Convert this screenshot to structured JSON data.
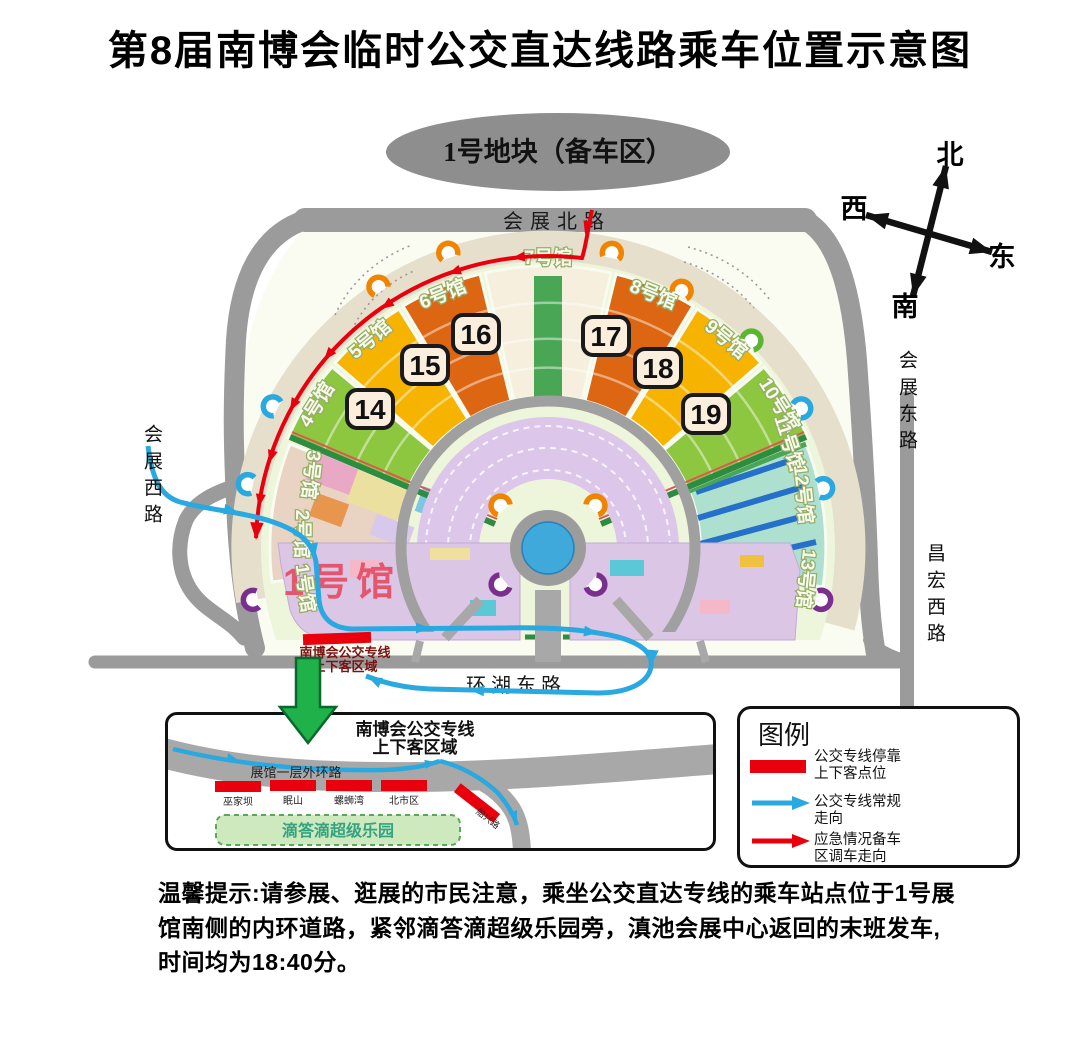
{
  "title": "第8届南博会临时公交直达线路乘车位置示意图",
  "staging_area": {
    "label": "1号地块（备车区）"
  },
  "compass": {
    "north": "北",
    "west": "西",
    "east": "东",
    "south": "南"
  },
  "roads": {
    "north": "会展北路",
    "west": "会展西路",
    "east": "会展东路",
    "lake": "环湖东路",
    "changhong": "昌宏西路"
  },
  "halls": {
    "badges": [
      "14",
      "15",
      "16",
      "17",
      "18",
      "19"
    ],
    "arc_labels": [
      "1号馆",
      "2号馆",
      "3号馆",
      "4号馆",
      "5号馆",
      "6号馆",
      "7号馆",
      "8号馆",
      "9号馆",
      "10号馆",
      "11号馆",
      "12号馆",
      "13号馆"
    ],
    "hall1_big": "1号馆"
  },
  "boarding_point": {
    "line1": "南博会公交专线",
    "line2": "上下客区域"
  },
  "inset": {
    "title_line1": "南博会公交专线",
    "title_line2": "上下客区域",
    "road_label": "展馆一层外环路",
    "stops": [
      "巫家坝",
      "眠山",
      "螺蛳湾",
      "北市区",
      "船兴路"
    ],
    "park": "滴答滴超级乐园"
  },
  "legend": {
    "title": "图例",
    "items": [
      {
        "line1": "公交专线停靠",
        "line2": "上下客点位"
      },
      {
        "line1": "公交专线常规",
        "line2": "走向"
      },
      {
        "line1": "应急情况备车",
        "line2": "区调车走向"
      }
    ]
  },
  "note": "温馨提示:请参展、逛展的市民注意，乘坐公交直达专线的乘车站点位于1号展馆南侧的内环道路，紧邻滴答滴超级乐园旁，滇池会展中心返回的末班发车,时间均为18:40分。",
  "colors": {
    "bus_stop_red": "#e8000d",
    "route_blue": "#2aa8e0",
    "emergency_red": "#e8000d",
    "highlight_green": "#1fb14a",
    "hall1_text_red": "#e4556e"
  }
}
